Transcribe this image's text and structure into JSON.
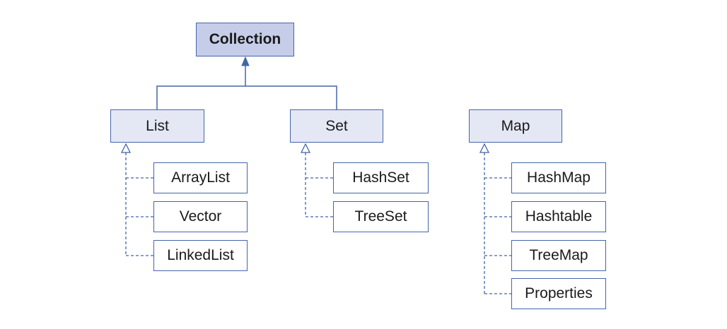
{
  "diagram": {
    "root": "Collection",
    "interfaces": [
      {
        "id": "list",
        "label": "List",
        "implementations": [
          "ArrayList",
          "Vector",
          "LinkedList"
        ]
      },
      {
        "id": "set",
        "label": "Set",
        "implementations": [
          "HashSet",
          "TreeSet"
        ]
      },
      {
        "id": "map",
        "label": "Map",
        "implementations": [
          "HashMap",
          "Hashtable",
          "TreeMap",
          "Properties"
        ]
      }
    ],
    "colors": {
      "line": "#4565a9",
      "root_fill": "#c6cde8",
      "interface_fill": "#e4e8f5",
      "implementation_fill": "#ffffff"
    }
  }
}
